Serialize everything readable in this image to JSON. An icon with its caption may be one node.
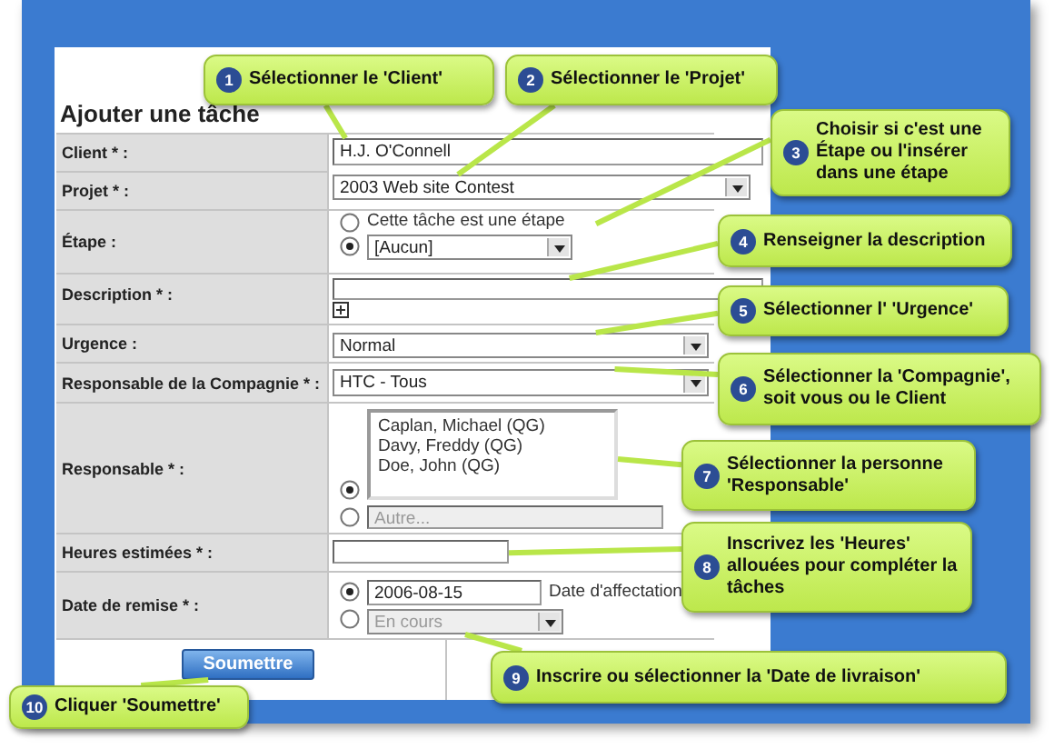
{
  "diagram": {
    "nodes": [
      {
        "text": [
          "H.J. O'Connell"
        ]
      },
      {
        "text": [
          "2003 Web site Contest"
        ]
      },
      {
        "text": [
          "Cette tâche est une étape"
        ]
      },
      {
        "text": [],
        "shape": "box"
      },
      {
        "text": [
          "Normal"
        ]
      },
      {
        "text": [
          "HTC - Tous"
        ]
      },
      {
        "text": [
          "Caplan, Michael (QG)",
          "Davy, Freddy (QG)",
          "Doe, John (QG)"
        ]
      },
      {
        "text": [],
        "shape": "box"
      },
      {
        "text": [
          "En cours"
        ]
      },
      {
        "text": [
          "Soumettre"
        ]
      },
      {
        "text": [
          "1",
          "Sélectionner le 'Client'"
        ]
      },
      {
        "text": [
          "2",
          "Sélectionner le 'Projet'"
        ]
      },
      {
        "text": [
          "3",
          "Choisir si c'est une Étape ou l'insérer dans une étape"
        ]
      },
      {
        "text": [
          "4",
          "Renseigner la description"
        ]
      },
      {
        "text": [
          "5",
          "Sélectionner l' 'Urgence'"
        ]
      },
      {
        "text": [
          "6",
          "Sélectionner la 'Compagnie', soit vous ou le Client"
        ]
      },
      {
        "text": [
          "7",
          "Sélectionner la personne 'Responsable'"
        ]
      },
      {
        "text": [
          "8",
          "Inscrivez les 'Heures' allouées pour compléter la tâches"
        ]
      },
      {
        "text": [
          "9",
          "Inscrire ou sélectionner la 'Date de livraison'"
        ]
      },
      {
        "text": [
          "10",
          "Cliquer 'Soumettre'"
        ]
      },
      {
        "text": [
          "[Aucun]"
        ]
      },
      {
        "text": [
          "Autre..."
        ]
      },
      {
        "text": [
          "2006-08-15"
        ]
      }
    ],
    "edges": [
      {
        "from": 10,
        "to": 0,
        "arrow": "none"
      },
      {
        "from": 11,
        "to": 1,
        "arrow": "none"
      },
      {
        "from": 12,
        "to": 2,
        "arrow": "none"
      },
      {
        "from": 13,
        "to": 3,
        "arrow": "none"
      },
      {
        "from": 14,
        "to": 4,
        "arrow": "none"
      },
      {
        "from": 15,
        "to": 5,
        "arrow": "none"
      },
      {
        "from": 16,
        "to": 6,
        "arrow": "none"
      },
      {
        "from": 17,
        "to": 7,
        "arrow": "none"
      },
      {
        "from": 18,
        "to": 8,
        "arrow": "none"
      },
      {
        "from": 19,
        "to": 9,
        "arrow": "none"
      }
    ],
    "labels": [
      "Ajouter une tâche",
      "Client * :",
      "Projet * :",
      "Étape :",
      "Description * :",
      "Urgence :",
      "Responsable de la Compagnie * :",
      "Responsable * :",
      "Heures estimées * :",
      "Date de remise * :",
      "Date d'affectation"
    ]
  }
}
